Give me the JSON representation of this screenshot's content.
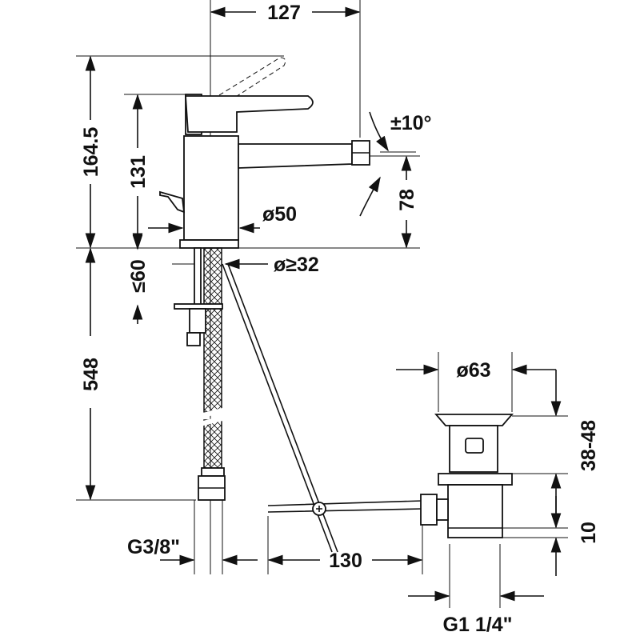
{
  "dimensions": {
    "width_spout": "127",
    "height_lever_raised": "164.5",
    "height_body": "131",
    "tilt_angle": "±10°",
    "spout_height": "78",
    "base_diameter": "ø50",
    "hole_diameter": "ø≥32",
    "deck_thickness": "≤60",
    "hose_length": "548",
    "drain_diameter": "ø63",
    "drain_range": "38-48",
    "drain_offset": "10",
    "hose_thread": "G3/8\"",
    "rod_length": "130",
    "drain_thread": "G1 1/4\""
  },
  "colors": {
    "line": "#111111",
    "background": "#ffffff"
  }
}
